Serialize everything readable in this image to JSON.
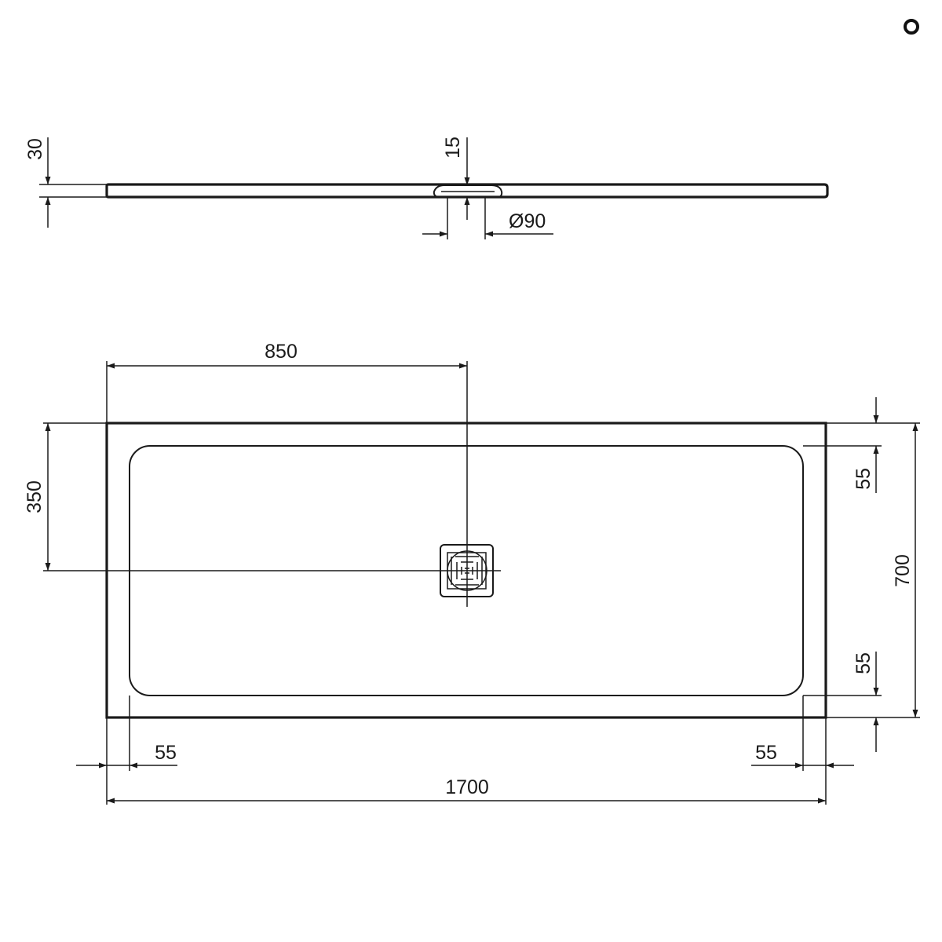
{
  "corner_mark": "o",
  "side_view": {
    "height_label": "30",
    "drain_depth_label": "15",
    "drain_diameter_label": "Ø90"
  },
  "plan_view": {
    "drain_offset_x_label": "850",
    "drain_offset_y_label": "350",
    "total_width_label": "1700",
    "total_depth_label": "700",
    "rim_top_label": "55",
    "rim_bottom_label": "55",
    "rim_left_label": "55",
    "rim_right_label": "55"
  },
  "drain_icon": "square-grate-drain-icon",
  "colors": {
    "line": "#1a1a1a",
    "background": "#ffffff"
  }
}
